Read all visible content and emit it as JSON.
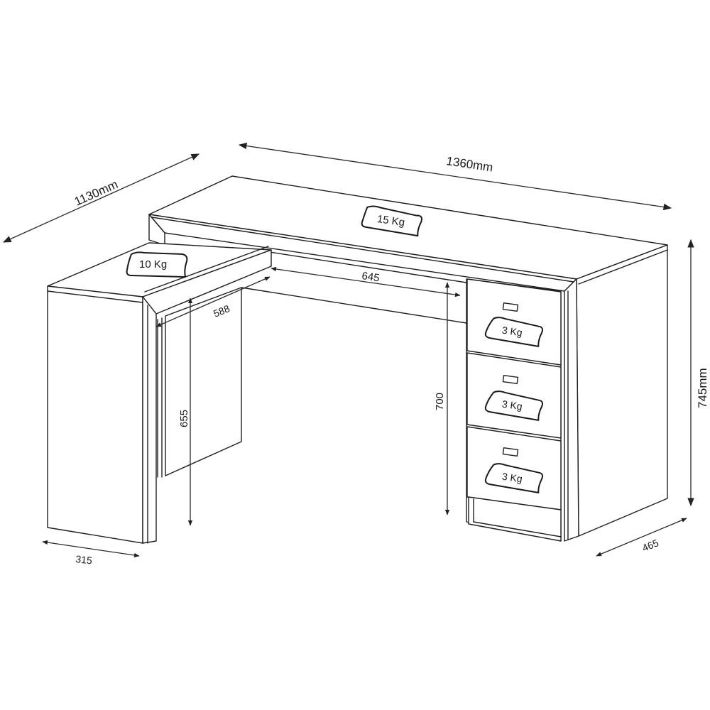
{
  "diagram": {
    "subject": "L-shaped desk with 3-drawer pedestal",
    "colors": {
      "line": "#1e1e1e",
      "background": "#ffffff"
    },
    "dimensions": {
      "overall_width": "1360mm",
      "overall_depth": "1130mm",
      "overall_height": "745mm",
      "return_width": "315",
      "pedestal_depth": "465",
      "knee_width": "645",
      "return_inner_depth": "588",
      "knee_height_main": "700",
      "knee_height_return": "655"
    },
    "load_badges": {
      "main_top": "15 Kg",
      "return_top": "10 Kg",
      "drawer_1": "3 Kg",
      "drawer_2": "3 Kg",
      "drawer_3": "3 Kg"
    }
  }
}
